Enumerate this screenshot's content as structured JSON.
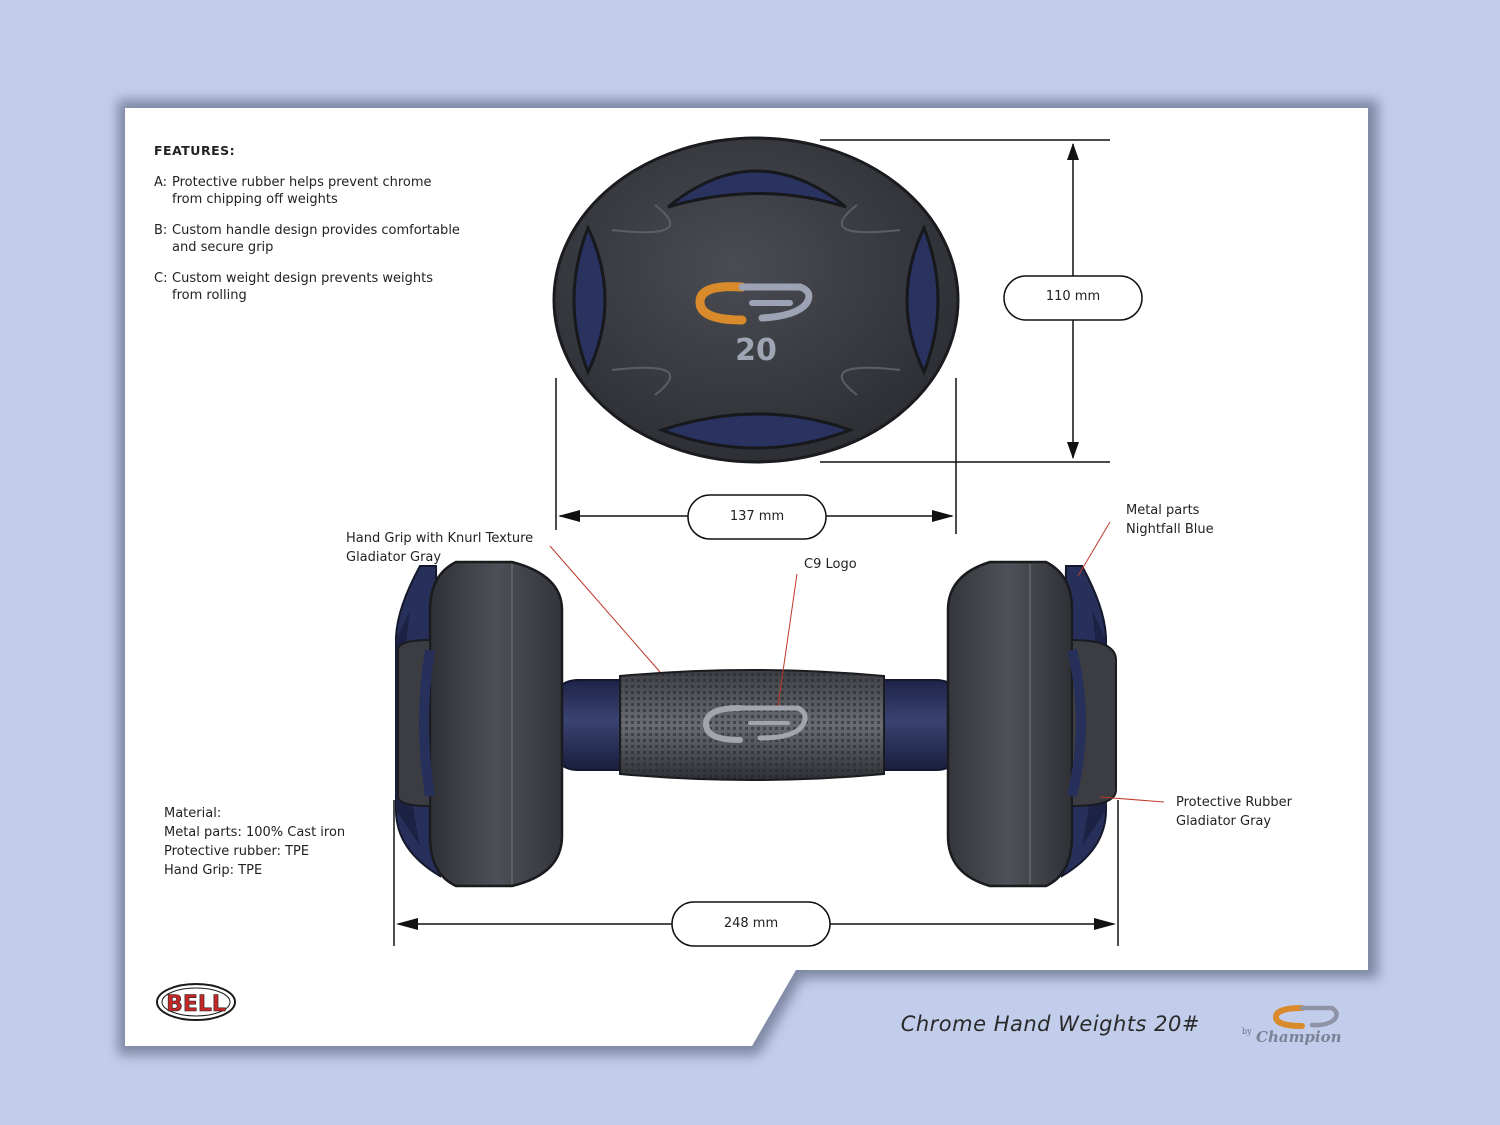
{
  "features": {
    "title": "FEATURES:",
    "items": [
      {
        "key": "A:",
        "text": "Protective rubber helps prevent chrome\nfrom chipping off weights"
      },
      {
        "key": "B:",
        "text": "Custom handle design provides comfortable\nand secure grip"
      },
      {
        "key": "C:",
        "text": "Custom weight design prevents weights\nfrom rolling"
      }
    ]
  },
  "weight_badge": "20",
  "dimensions": {
    "height": "110 mm",
    "width": "137 mm",
    "length": "248 mm"
  },
  "callouts": {
    "grip": [
      "Hand Grip with Knurl Texture",
      "Gladiator Gray"
    ],
    "logo": [
      "C9 Logo"
    ],
    "metal": [
      "Metal parts",
      "Nightfall Blue"
    ],
    "rubber": [
      "Protective Rubber",
      "Gladiator Gray"
    ]
  },
  "material": {
    "lines": [
      "Material:",
      "Metal parts: 100% Cast iron",
      "Protective rubber: TPE",
      "Hand Grip: TPE"
    ]
  },
  "branding": {
    "bell_logo": "BELL",
    "product_title": "Chrome Hand Weights 20#",
    "champion_by": "by",
    "champion_word": "Champion"
  },
  "colors": {
    "background": "#c1cdea",
    "sheet": "#ffffff",
    "rubber_gray": "#3d3f45",
    "metal_blue": "#27305a",
    "logo_orange": "#d98a2b",
    "leader_red": "#c0392b"
  }
}
